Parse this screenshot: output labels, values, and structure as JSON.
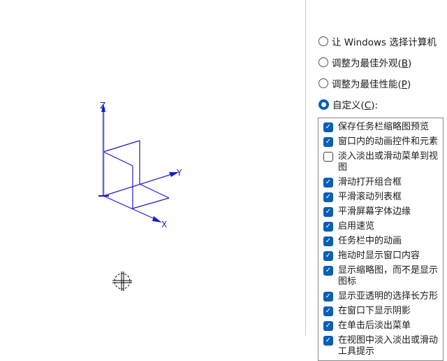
{
  "viewport": {
    "axis_labels": {
      "z": "Z",
      "y": "Y",
      "x": "X"
    },
    "axis_color": "#1a1acc"
  },
  "performance": {
    "options": [
      {
        "label": "让 Windows 选择计算机",
        "selected": false
      },
      {
        "label": "调整为最佳外观(",
        "mnemonic": "B",
        "suffix": ")",
        "selected": false
      },
      {
        "label": "调整为最佳性能(",
        "mnemonic": "P",
        "suffix": ")",
        "selected": false
      },
      {
        "label": "自定义(",
        "mnemonic": "C",
        "suffix": "):",
        "selected": true
      }
    ],
    "items": [
      {
        "label": "保存任务栏缩略图预览",
        "checked": true
      },
      {
        "label": "窗口内的动画控件和元素",
        "checked": true
      },
      {
        "label": "淡入淡出或滑动菜单到视图",
        "checked": false
      },
      {
        "label": "滑动打开组合框",
        "checked": true
      },
      {
        "label": "平滑滚动列表框",
        "checked": true
      },
      {
        "label": "平滑屏幕字体边缘",
        "checked": true
      },
      {
        "label": "启用速览",
        "checked": true
      },
      {
        "label": "任务栏中的动画",
        "checked": true
      },
      {
        "label": "拖动时显示窗口内容",
        "checked": true
      },
      {
        "label": "显示缩略图，而不是显示图标",
        "checked": true
      },
      {
        "label": "显示亚透明的选择长方形",
        "checked": true
      },
      {
        "label": "在窗口下显示阴影",
        "checked": true
      },
      {
        "label": "在单击后淡出菜单",
        "checked": true
      },
      {
        "label": "在视图中淡入淡出或滑动工具提示",
        "checked": true
      }
    ],
    "accent": "#0a5fb4"
  }
}
